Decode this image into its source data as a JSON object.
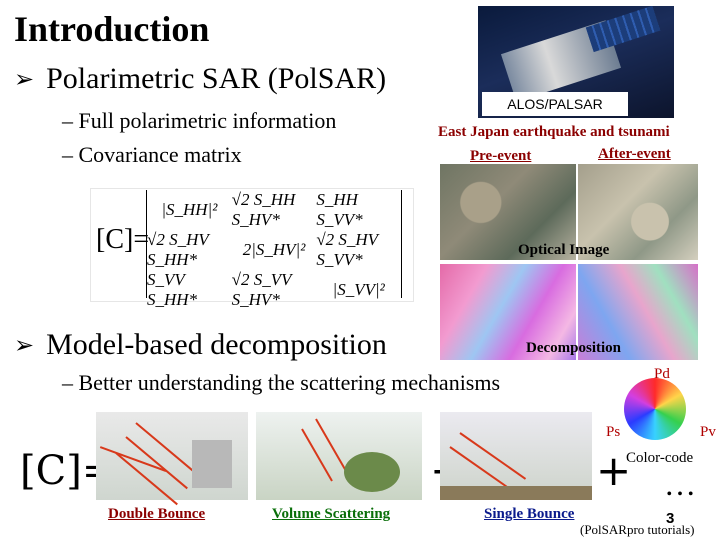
{
  "title": "Introduction",
  "bullets": [
    {
      "icon": "arrow-bullet-icon",
      "text": "Polarimetric SAR (PolSAR)"
    },
    {
      "icon": "arrow-bullet-icon",
      "text": "Model-based decomposition"
    }
  ],
  "subbullets": [
    "– Full polarimetric information",
    "– Covariance matrix",
    "– Better understanding the scattering mechanisms"
  ],
  "matrix": {
    "label": "[C]=",
    "cells": [
      "|S_HH|²",
      "√2 S_HH S_HV*",
      "S_HH S_VV*",
      "√2 S_HV S_HH*",
      "2|S_HV|²",
      "√2 S_HV S_VV*",
      "S_VV S_HH*",
      "√2 S_VV S_HV*",
      "|S_VV|²"
    ]
  },
  "satellite_label": "ALOS/PALSAR",
  "event": {
    "title": "East Japan earthquake and tsunami",
    "pre_label": "Pre-event",
    "post_label": "After-event",
    "optical_label": "Optical   Image",
    "decomposition_label": "Decomposition"
  },
  "color_code": {
    "pd": "Pd",
    "ps": "Ps",
    "pv": "Pv",
    "label": "Color-code"
  },
  "formula": {
    "lhs": "[C]=",
    "plus": "+",
    "ellipsis": "…"
  },
  "scattering": [
    "Double Bounce",
    "Volume Scattering",
    "Single Bounce"
  ],
  "page_number": "3",
  "credit": "(PolSARpro tutorials)",
  "colors": {
    "title_red": "#8b0000",
    "volume_green": "#0a6f0a",
    "single_blue": "#0a1a8c"
  }
}
